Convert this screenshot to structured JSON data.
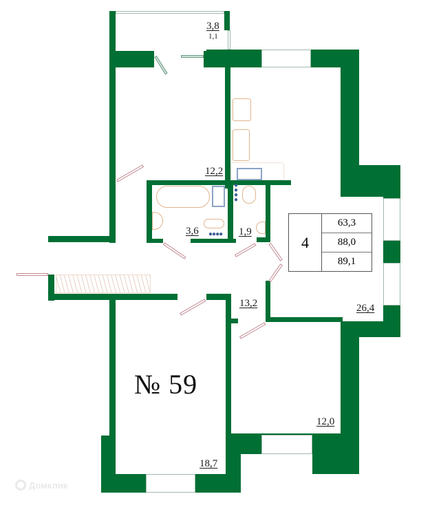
{
  "apartment": {
    "number_label": "№ 59",
    "rooms_count": "4",
    "areas": {
      "living": "63,3",
      "total": "88,0",
      "total_with_balcony": "89,1"
    }
  },
  "rooms": [
    {
      "id": "balcony",
      "area": "3,8",
      "sub_area": "1,1"
    },
    {
      "id": "bedroom-top-left",
      "area": "12,2"
    },
    {
      "id": "bathroom",
      "area": "3,6"
    },
    {
      "id": "toilet",
      "area": "1,9"
    },
    {
      "id": "hallway",
      "area": "13,2"
    },
    {
      "id": "living-kitchen",
      "area": "26,4"
    },
    {
      "id": "bedroom-bottom-right",
      "area": "12,0"
    },
    {
      "id": "bedroom-bottom-left",
      "area": "18,7"
    }
  ],
  "watermark": {
    "text": "Домклик"
  },
  "colors": {
    "wall": "#006f34",
    "door": "#c28a93",
    "fixture": "#e0b48f",
    "fixture_blue": "#8aa2c4"
  }
}
